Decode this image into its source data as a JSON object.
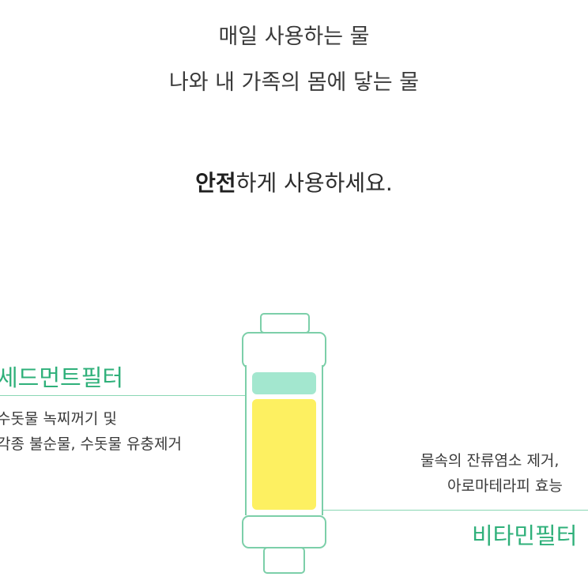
{
  "intro": {
    "line1": "매일 사용하는 물",
    "line2": "나와 내 가족의 몸에 닿는 물"
  },
  "headline": {
    "emphasis": "안전",
    "rest": "하게 사용하세요."
  },
  "sediment_filter": {
    "title": "세드먼트필터",
    "desc_line1": "수돗물 녹찌꺼기 및",
    "desc_line2": "각종 불순물, 수돗물 유충제거"
  },
  "vitamin_filter": {
    "title": "비타민필터",
    "desc_line1": "물속의 잔류염소 제거,",
    "desc_line2": "아로마테라피 효능"
  },
  "colors": {
    "accent_green": "#2fb07a",
    "outline_green": "#7ccfa9",
    "sediment_mint": "#a3e7cf",
    "vitamin_yellow": "#fdf061"
  }
}
